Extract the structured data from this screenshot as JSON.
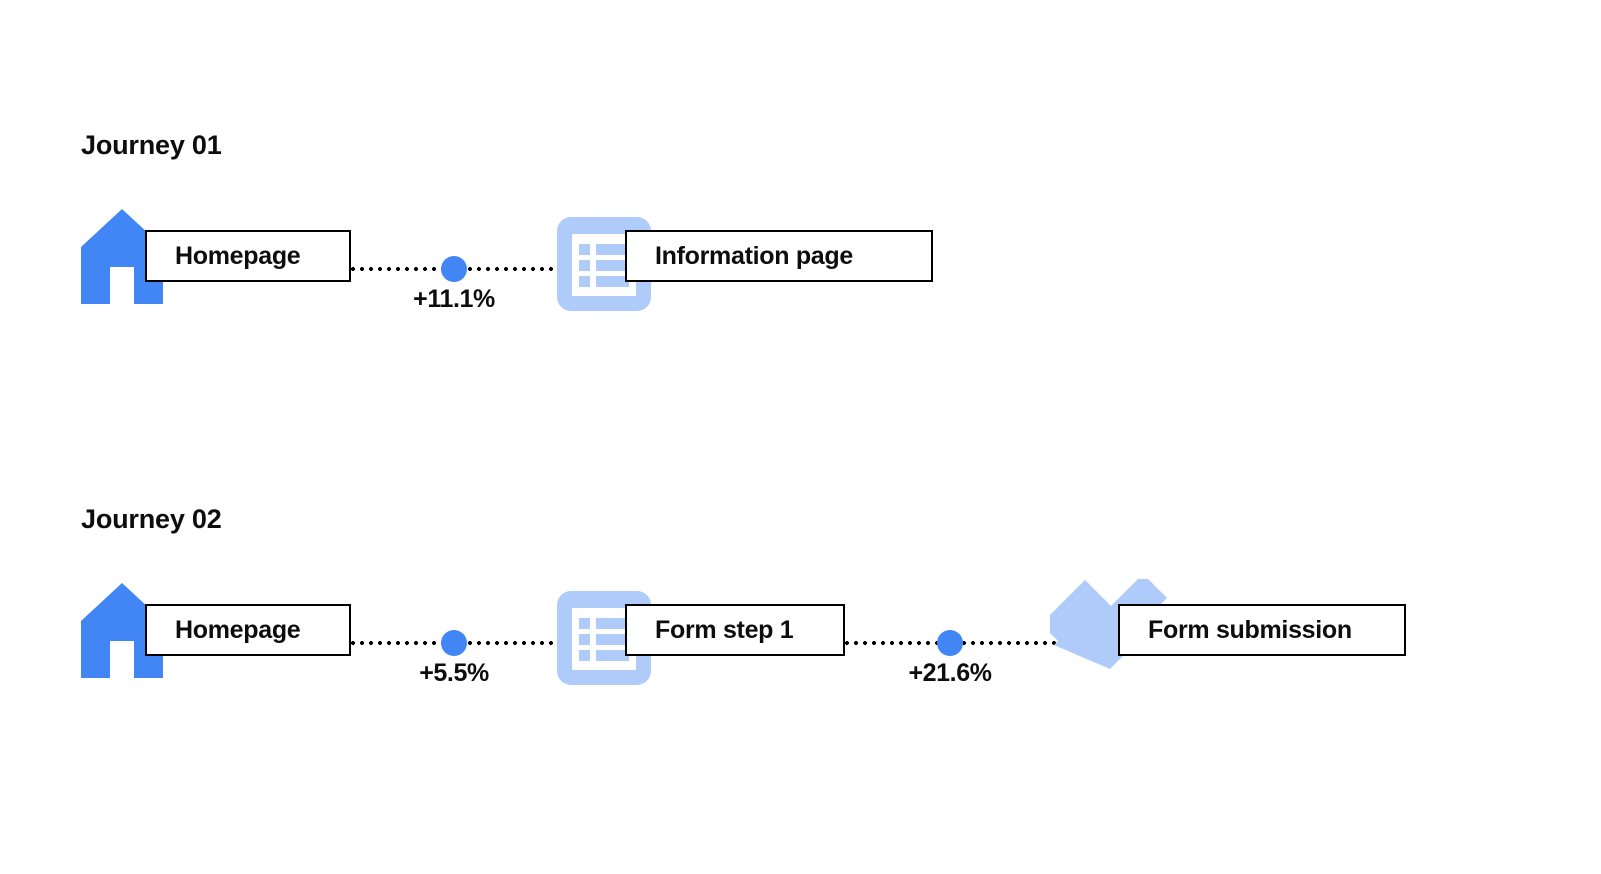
{
  "page": {
    "background_color": "#ffffff",
    "accent_blue": "#4285f4",
    "accent_blue_light": "#aecbfa",
    "text_color": "#0d0d0d"
  },
  "journeys": [
    {
      "title": "Journey 01",
      "steps": [
        {
          "label": "Homepage",
          "icon": "home-icon"
        },
        {
          "label": "Information page",
          "icon": "document-list-icon"
        }
      ],
      "connectors": [
        {
          "delta": "+11.1%",
          "node_icon": "node-dot-icon"
        }
      ]
    },
    {
      "title": "Journey 02",
      "steps": [
        {
          "label": "Homepage",
          "icon": "home-icon"
        },
        {
          "label": "Form step 1",
          "icon": "document-list-icon"
        },
        {
          "label": "Form submission",
          "icon": "check-icon"
        }
      ],
      "connectors": [
        {
          "delta": "+5.5%",
          "node_icon": "node-dot-icon"
        },
        {
          "delta": "+21.6%",
          "node_icon": "node-dot-icon"
        }
      ]
    }
  ]
}
